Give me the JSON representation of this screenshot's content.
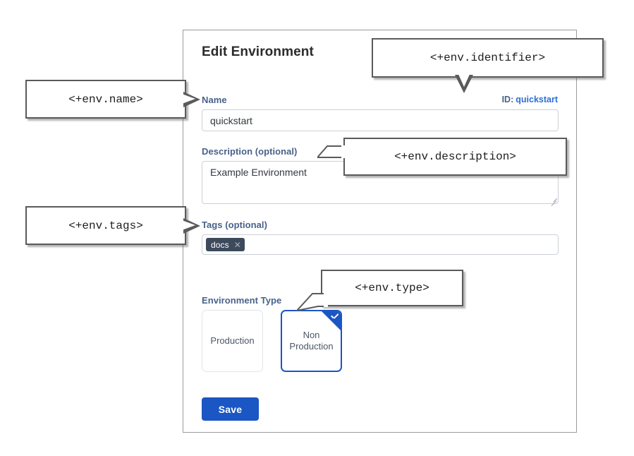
{
  "panel": {
    "title": "Edit Environment",
    "identifier": {
      "prefix": "ID:",
      "value": "quickstart"
    },
    "fields": {
      "name": {
        "label": "Name",
        "value": "quickstart",
        "placeholder": ""
      },
      "description": {
        "label": "Description (optional)",
        "value": "Example Environment",
        "placeholder": ""
      },
      "tags": {
        "label": "Tags (optional)",
        "chips": [
          {
            "label": "docs",
            "remove_icon": "close-icon"
          }
        ],
        "placeholder": ""
      },
      "environment_type": {
        "label": "Environment Type",
        "options": [
          {
            "label": "Production",
            "selected": false
          },
          {
            "label": "Non Production",
            "selected": true
          }
        ],
        "selected_check_icon": "check-icon"
      }
    },
    "save_label": "Save"
  },
  "annotations": [
    {
      "id": "name",
      "text": "<+env.name>"
    },
    {
      "id": "identifier",
      "text": "<+env.identifier>"
    },
    {
      "id": "description",
      "text": "<+env.description>"
    },
    {
      "id": "tags",
      "text": "<+env.tags>"
    },
    {
      "id": "type",
      "text": "<+env.type>"
    }
  ],
  "colors": {
    "accent_blue": "#1a56c4",
    "link_blue": "#2a6fd6",
    "label_slate": "#49618a",
    "chip_bg": "#3d4a5c",
    "panel_border": "#9b9b9b",
    "callout_border": "#5a5a5a"
  }
}
